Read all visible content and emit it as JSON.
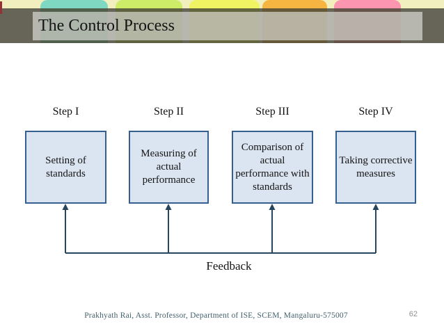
{
  "slide": {
    "title": "The Control Process",
    "steps": [
      {
        "label": "Step I",
        "box_text": "Setting of standards"
      },
      {
        "label": "Step II",
        "box_text": "Measuring of actual performance"
      },
      {
        "label": "Step III",
        "box_text": "Comparison of actual performance with standards"
      },
      {
        "label": "Step IV",
        "box_text": "Taking corrective measures"
      }
    ],
    "feedback_label": "Feedback",
    "footer": "Prakhyath Rai, Asst. Professor, Department of ISE, SCEM, Mangaluru-575007",
    "page_number": "62",
    "decor": {
      "blob_colors": [
        "#7fd8c2",
        "#cdec67",
        "#f0f463",
        "#f6b440",
        "#fc95b0"
      ],
      "strip_background": "#f1efbd",
      "bar_color": "#49473a",
      "accent_red": "#953136"
    },
    "colors": {
      "box_fill": "#dbe5f1",
      "box_border": "#365f91",
      "connector_line": "#26455e",
      "title_text": "#151515",
      "footer_text": "#44606c",
      "page_number_text": "#909093"
    }
  }
}
